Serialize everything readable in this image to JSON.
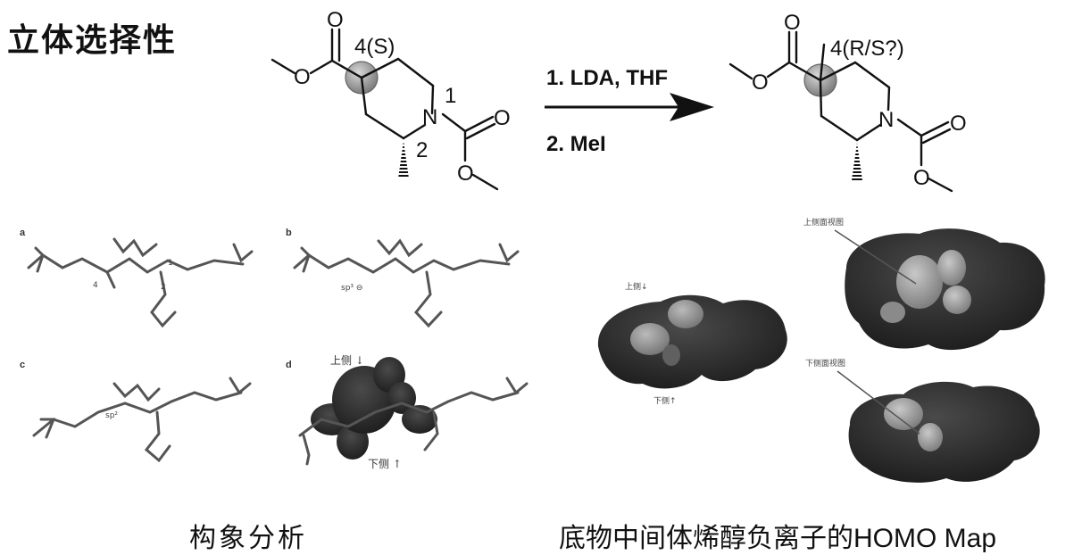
{
  "title": "立体选择性",
  "reaction": {
    "reactant": {
      "stereo_label": "4(S)",
      "n_label": "N",
      "o_labels": [
        "O",
        "O",
        "O",
        "O"
      ],
      "locants": [
        "1",
        "2"
      ]
    },
    "conditions": [
      "1. LDA, THF",
      "2. MeI"
    ],
    "product": {
      "stereo_label": "4(R/S?)",
      "n_label": "N",
      "o_labels": [
        "O",
        "O",
        "O",
        "O"
      ]
    }
  },
  "conformation": {
    "panels": [
      "a",
      "b",
      "c",
      "d"
    ],
    "annotations": {
      "a_locants": [
        "1",
        "2",
        "4"
      ],
      "b_sp": "sp³ ⊖",
      "c_sp": "sp²",
      "d_top": "上侧 ↓",
      "d_bottom": "下侧 ↑"
    }
  },
  "homo": {
    "top_marker": "上侧↓",
    "bottom_marker": "下侧↑",
    "top_map_label": "上侧面视图",
    "bottom_map_label": "下侧面视图"
  },
  "captions": {
    "left": "构象分析",
    "right_prefix": "底物中间体烯醇负离子的",
    "right_suffix": "HOMO Map"
  },
  "colors": {
    "ink": "#111111",
    "surface_dark": "#2a2a2a",
    "lobe_light": "#9a9a9a",
    "atom_gray": "#8c8c8c"
  }
}
